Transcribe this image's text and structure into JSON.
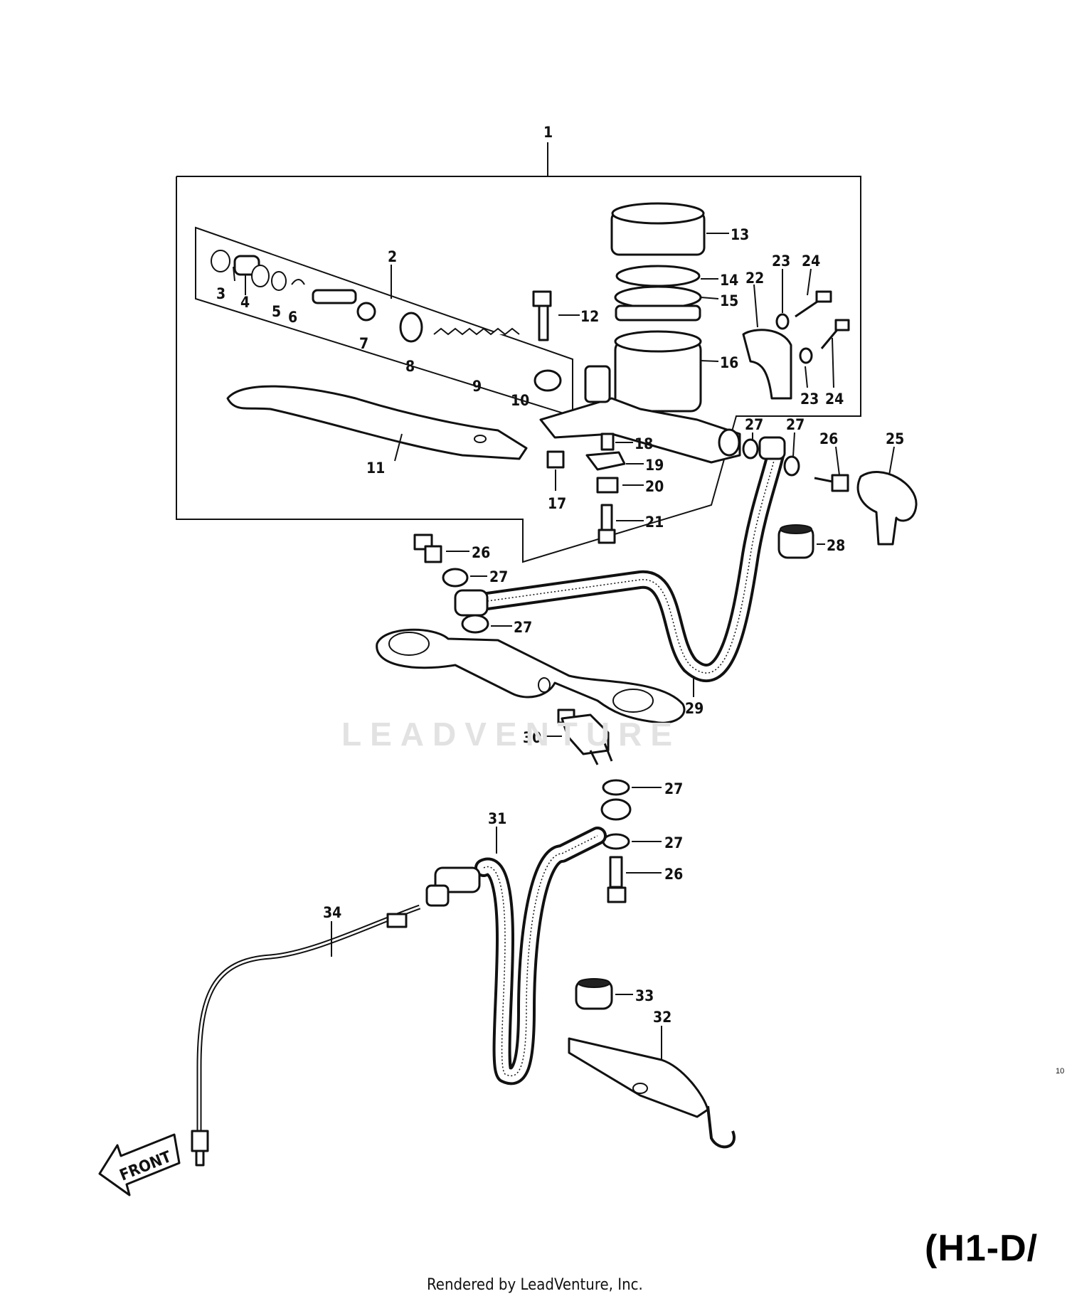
{
  "watermark": "LEADVENTURE",
  "diagram_code": "(H1-D/",
  "page_number": "10",
  "footer": "Rendered by LeadVenture, Inc.",
  "direction_marker": "FRONT",
  "callouts": {
    "c1": "1",
    "c2": "2",
    "c3": "3",
    "c4": "4",
    "c5": "5",
    "c6": "6",
    "c7": "7",
    "c8": "8",
    "c9": "9",
    "c10": "10",
    "c11": "11",
    "c12": "12",
    "c13": "13",
    "c14": "14",
    "c15": "15",
    "c16": "16",
    "c17": "17",
    "c18": "18",
    "c19": "19",
    "c20": "20",
    "c21": "21",
    "c22": "22",
    "c23": "23",
    "c24": "24",
    "c25": "25",
    "c26": "26",
    "c27": "27",
    "c28": "28",
    "c29": "29",
    "c30": "30",
    "c31": "31",
    "c32": "32",
    "c33": "33",
    "c34": "34"
  }
}
